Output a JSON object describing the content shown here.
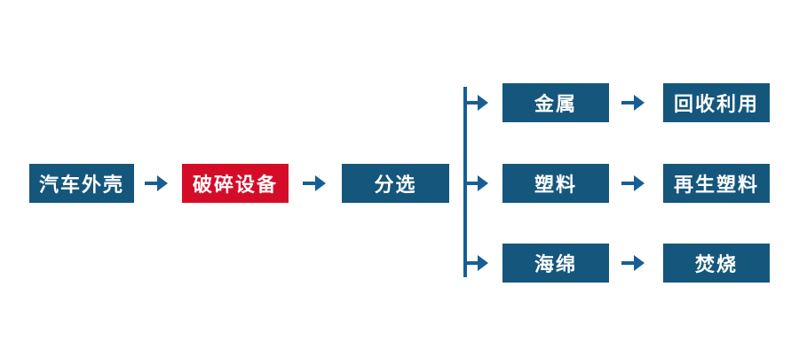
{
  "colors": {
    "node-blue": "#15567D",
    "node-red": "#D50C28",
    "connector-blue": "#175E96",
    "node-text": "#FFFFFF",
    "background": "#FFFFFF"
  },
  "icons": {
    "arrow-right-icon": "→",
    "branch-connector-line": "|"
  },
  "flowchart": {
    "main_nodes": [
      {
        "label": "汽车外壳",
        "variant": "blue"
      },
      {
        "label": "破碎设备",
        "variant": "red"
      },
      {
        "label": "分选",
        "variant": "blue"
      }
    ],
    "branches": [
      {
        "source": "金属",
        "result": "回收利用"
      },
      {
        "source": "塑料",
        "result": "再生塑料"
      },
      {
        "source": "海绵",
        "result": "焚烧"
      }
    ]
  }
}
